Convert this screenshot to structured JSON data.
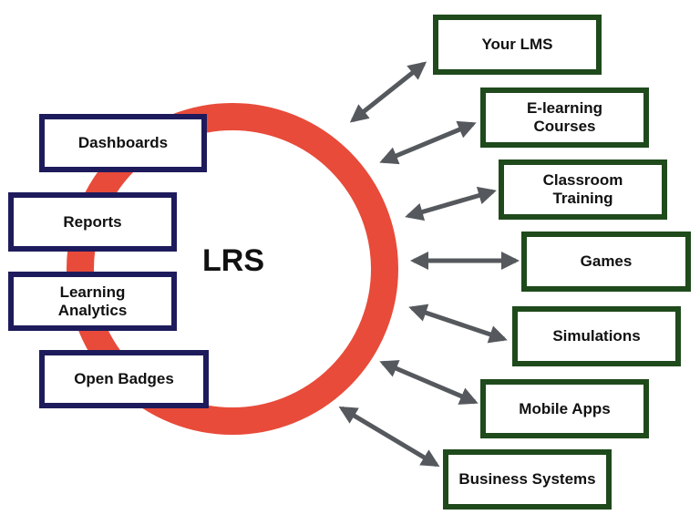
{
  "center": {
    "label": "LRS"
  },
  "colors": {
    "ring": "#e84b3a",
    "left_border": "#1e1b5c",
    "right_border": "#1f4a1c",
    "arrow": "#55595d"
  },
  "left_boxes": [
    {
      "id": "dashboards",
      "label": "Dashboards"
    },
    {
      "id": "reports",
      "label": "Reports"
    },
    {
      "id": "learning-analytics",
      "label": "Learning\nAnalytics"
    },
    {
      "id": "open-badges",
      "label": "Open Badges"
    }
  ],
  "right_boxes": [
    {
      "id": "your-lms",
      "label": "Your LMS"
    },
    {
      "id": "e-learning-courses",
      "label": "E-learning\nCourses"
    },
    {
      "id": "classroom-training",
      "label": "Classroom\nTraining"
    },
    {
      "id": "games",
      "label": "Games"
    },
    {
      "id": "simulations",
      "label": "Simulations"
    },
    {
      "id": "mobile-apps",
      "label": "Mobile Apps"
    },
    {
      "id": "business-systems",
      "label": "Business Systems"
    }
  ]
}
